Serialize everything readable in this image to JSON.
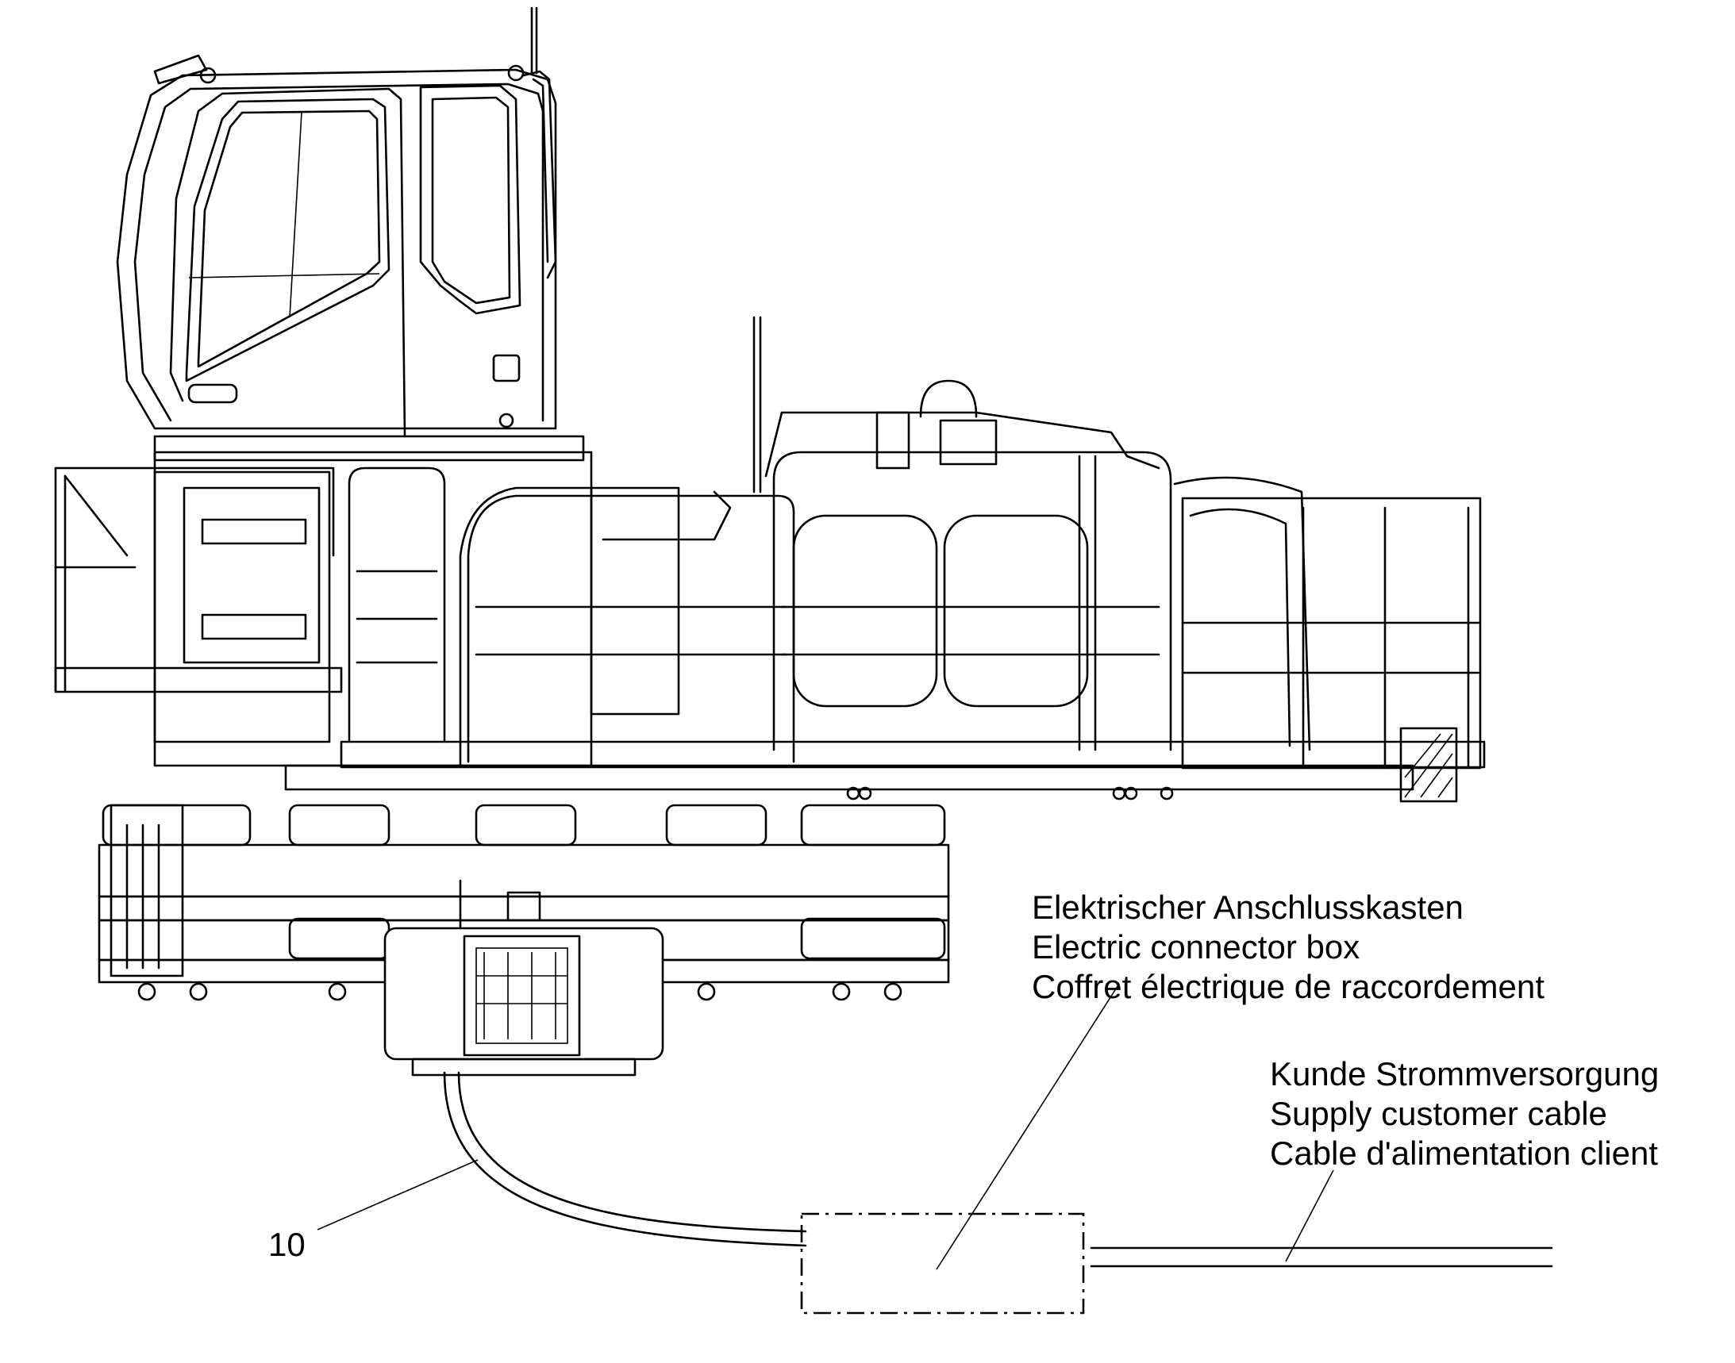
{
  "labels": {
    "connector_box": {
      "de": "Elektrischer Anschlusskasten",
      "en": "Electric connector box",
      "fr": "Coffret électrique de raccordement"
    },
    "customer_cable": {
      "de": "Kunde Strommversorgung",
      "en": "Supply customer cable",
      "fr": "Cable d'alimentation client"
    },
    "item_number": "10"
  },
  "colors": {
    "line": "#000000",
    "background": "#ffffff"
  }
}
